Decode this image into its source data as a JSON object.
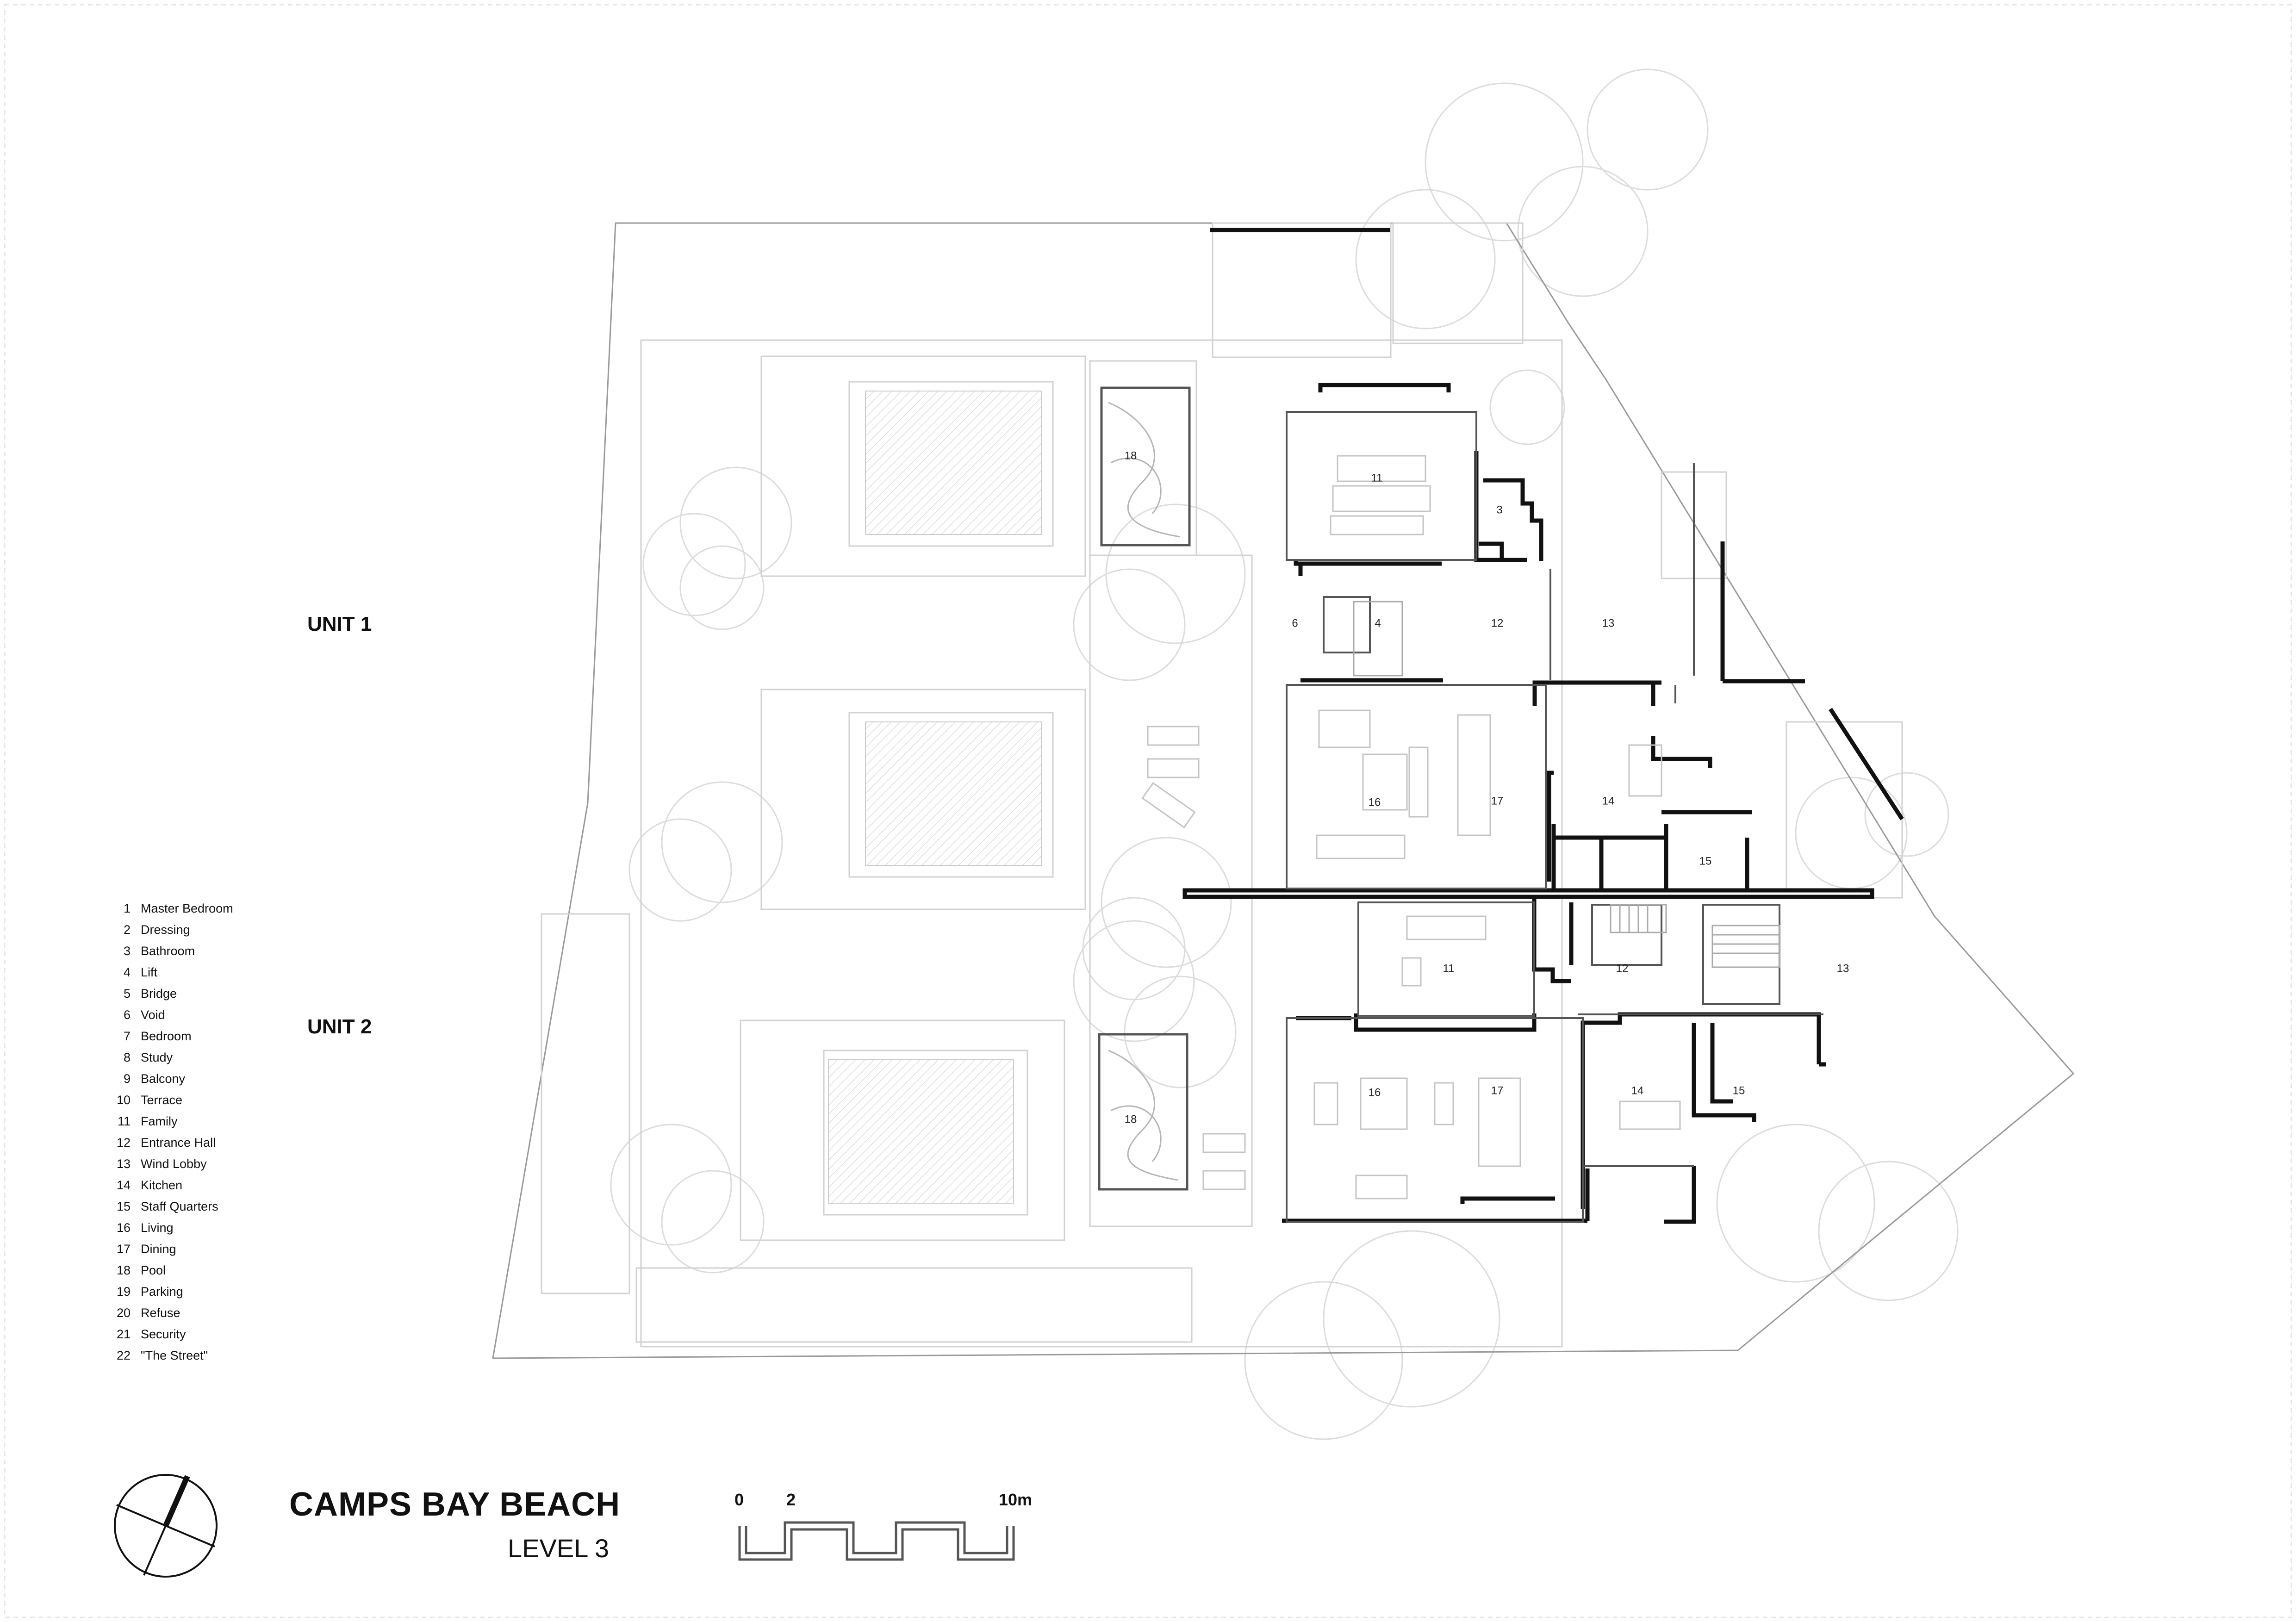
{
  "drawing": {
    "title": "CAMPS BAY BEACH",
    "subtitle": "LEVEL 3"
  },
  "units": {
    "unit1": "UNIT 1",
    "unit2": "UNIT 2"
  },
  "legend": [
    {
      "num": "1",
      "name": "Master Bedroom"
    },
    {
      "num": "2",
      "name": "Dressing"
    },
    {
      "num": "3",
      "name": "Bathroom"
    },
    {
      "num": "4",
      "name": "Lift"
    },
    {
      "num": "5",
      "name": "Bridge"
    },
    {
      "num": "6",
      "name": "Void"
    },
    {
      "num": "7",
      "name": "Bedroom"
    },
    {
      "num": "8",
      "name": "Study"
    },
    {
      "num": "9",
      "name": "Balcony"
    },
    {
      "num": "10",
      "name": "Terrace"
    },
    {
      "num": "11",
      "name": "Family"
    },
    {
      "num": "12",
      "name": "Entrance Hall"
    },
    {
      "num": "13",
      "name": "Wind Lobby"
    },
    {
      "num": "14",
      "name": "Kitchen"
    },
    {
      "num": "15",
      "name": "Staff Quarters"
    },
    {
      "num": "16",
      "name": "Living"
    },
    {
      "num": "17",
      "name": "Dining"
    },
    {
      "num": "18",
      "name": "Pool"
    },
    {
      "num": "19",
      "name": "Parking"
    },
    {
      "num": "20",
      "name": "Refuse"
    },
    {
      "num": "21",
      "name": "Security"
    },
    {
      "num": "22",
      "name": "\"The Street\""
    }
  ],
  "rooms": {
    "u1_pool": "18",
    "u1_family": "11",
    "u1_bath": "3",
    "u1_void": "6",
    "u1_lift": "4",
    "u1_hall": "12",
    "u1_lobby": "13",
    "u1_living": "16",
    "u1_dining": "17",
    "u1_kitchen": "14",
    "u1_staff": "15",
    "u2_family": "11",
    "u2_hall": "12",
    "u2_lobby": "13",
    "u2_living": "16",
    "u2_dining": "17",
    "u2_kitchen": "14",
    "u2_staff": "15",
    "u2_pool": "18"
  },
  "scale_bar": {
    "label_0": "0",
    "label_2": "2",
    "label_10": "10m"
  },
  "colors": {
    "wall": "#111111",
    "faint": "#cfcfcf",
    "site": "#9a9a9a"
  }
}
